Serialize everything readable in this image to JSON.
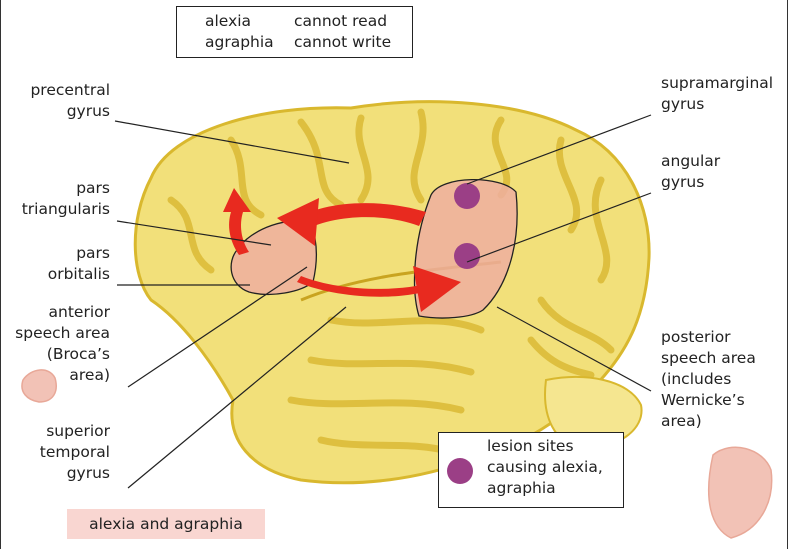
{
  "terms": [
    {
      "term": "alexia",
      "definition": "cannot read"
    },
    {
      "term": "agraphia",
      "definition": "cannot write"
    }
  ],
  "labels": {
    "precentral": [
      "precentral",
      "gyrus"
    ],
    "pars_triangularis": [
      "pars",
      "triangularis"
    ],
    "pars_orbitalis": [
      "pars",
      "orbitalis"
    ],
    "anterior_speech": [
      "anterior",
      "speech area",
      "(Broca’s",
      "area)"
    ],
    "superior_temporal": [
      "superior",
      "temporal",
      "gyrus"
    ],
    "supramarginal": [
      "supramarginal",
      "gyrus"
    ],
    "angular": [
      "angular",
      "gyrus"
    ],
    "posterior_speech": [
      "posterior",
      "speech area",
      "(includes",
      "Wernicke’s",
      "area)"
    ]
  },
  "legend": {
    "lines": [
      "lesion sites",
      "causing alexia,",
      "agraphia"
    ],
    "dot_color": "#9b3f86"
  },
  "caption": "alexia and agraphia",
  "colors": {
    "brain_fill": "#f2e07a",
    "brain_dark": "#d9b82e",
    "speech_area": "#eeaea0",
    "arrow": "#e82a1f",
    "caption_bg": "#f9d6d1"
  }
}
